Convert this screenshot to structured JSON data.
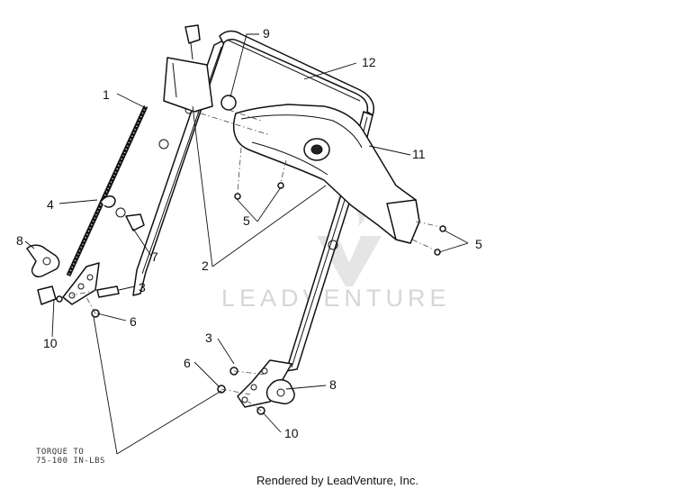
{
  "callouts": [
    "1",
    "2",
    "3",
    "3",
    "4",
    "5",
    "5",
    "6",
    "6",
    "7",
    "8",
    "8",
    "9",
    "10",
    "10",
    "11",
    "12"
  ],
  "note_line1": "TORQUE TO",
  "note_line2": "75-100 IN-LBS",
  "watermark": "LEADVENTURE",
  "credit": "Rendered by LeadVenture, Inc.",
  "colors": {
    "line": "#111111",
    "watermark": "#d6d6d6"
  }
}
